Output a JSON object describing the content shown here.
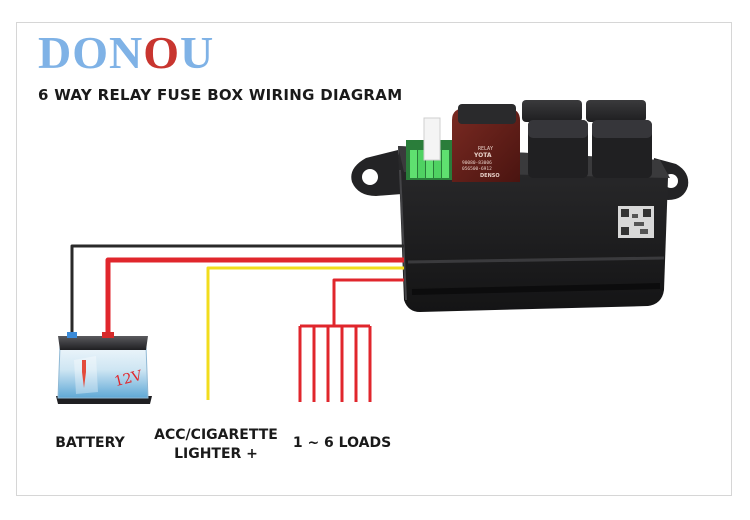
{
  "brand": {
    "text_before_accent": "DON",
    "text_accent": "O",
    "text_after_accent": "U",
    "color": "#7fb2e6",
    "accent_color": "#c8352f"
  },
  "title": "6 WAY RELAY FUSE BOX WIRING DIAGRAM",
  "battery": {
    "label": "BATTERY",
    "voltage": "12V"
  },
  "acc": {
    "label_line1": "ACC/CIGARETTE",
    "label_line2": "LIGHTER +"
  },
  "loads": {
    "label": "1 ~ 6 LOADS",
    "count": 6
  },
  "relay": {
    "text_line1": "RELAY",
    "text_line2": "YOTA",
    "text_line3": "90080-83006",
    "text_line4": "056500-6912",
    "text_line5": "DENSO"
  },
  "wire_colors": {
    "black": "#2a2a2a",
    "red": "#e0262c",
    "yellow": "#f2dc1c"
  }
}
